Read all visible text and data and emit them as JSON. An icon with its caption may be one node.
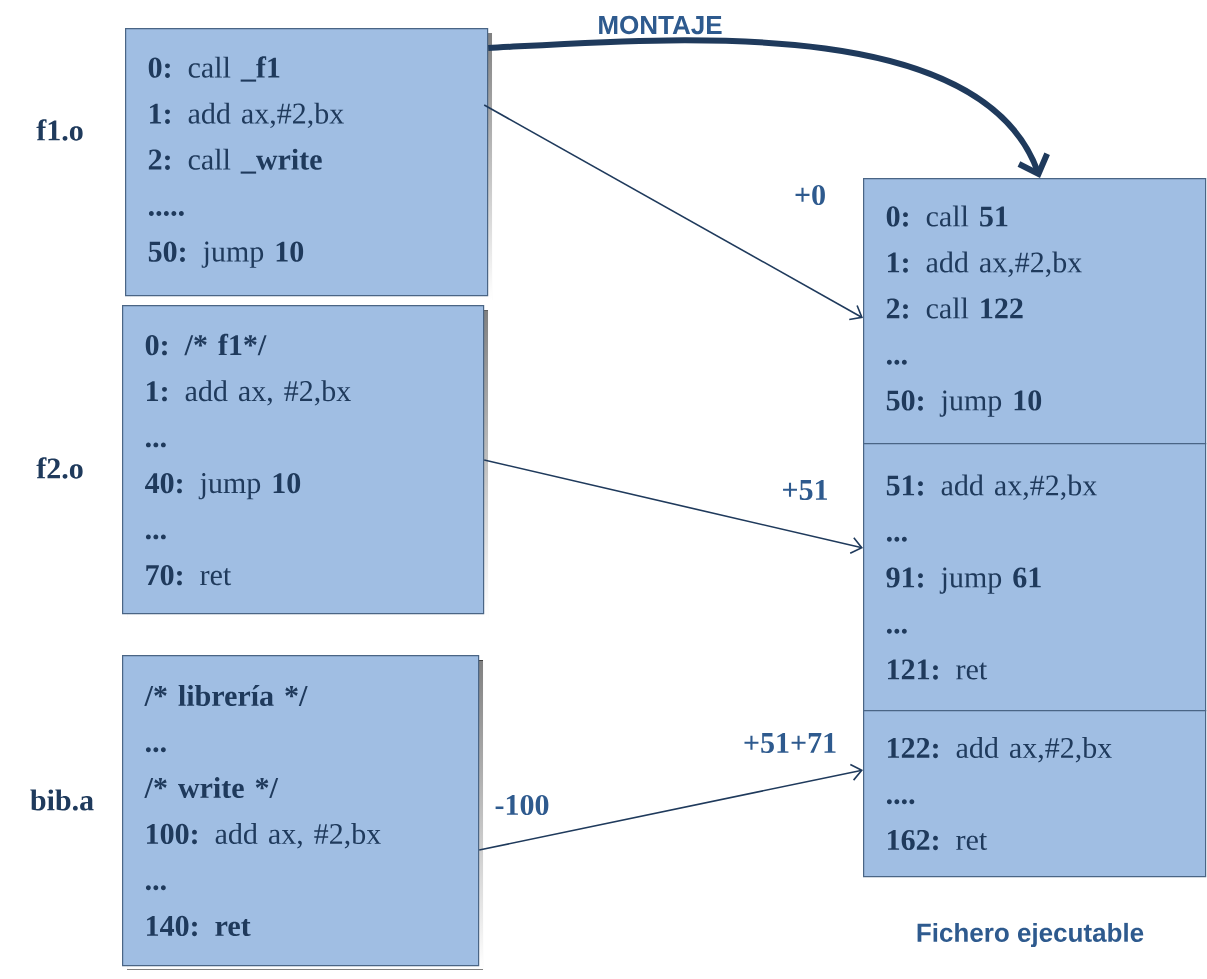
{
  "diagram": {
    "nodes": [
      {
        "text": [
          "**0:** call **_f1**",
          "**1:** add ax,#2,bx",
          "**2:** call **_write**",
          ".....",
          "**50:** jump **10**"
        ],
        "beside": [
          "f1.o"
        ]
      },
      {
        "text": [
          "0: /* f1*/",
          "**1:** add ax, #2,bx",
          "...",
          "**40:** jump **10**",
          "...",
          "**70:** ret"
        ],
        "beside": [
          "f2.o"
        ]
      },
      {
        "text": [
          "/* librería */",
          "...",
          "/* write */",
          "**100:** add ax, #2,bx",
          "...",
          "140: ret"
        ],
        "beside": [
          "bib.a"
        ]
      },
      {
        "text": [
          "**0:** call **51**",
          "**1:** add ax,#2,bx",
          "**2:** call **122**",
          "...",
          "**50:** jump **10**"
        ]
      },
      {
        "text": [
          "**51:** add ax,#2,bx",
          "...",
          "**91:** jump **61**",
          "...",
          "**121:** ret"
        ]
      },
      {
        "text": [
          "**122:** add ax,#2,bx",
          "....",
          "**162:** ret"
        ]
      }
    ],
    "edges": [
      {
        "from": 0,
        "to": 3,
        "arrow": "to",
        "label": "MONTAJE",
        "style": "thick"
      },
      {
        "from": 0,
        "to": 3,
        "arrow": "to"
      },
      {
        "from": 1,
        "to": 4,
        "arrow": "to"
      },
      {
        "from": 2,
        "to": 5,
        "arrow": "to"
      }
    ],
    "labels": [
      "+0",
      "+51",
      "-100",
      "+51+71",
      "Fichero ejecutable"
    ]
  }
}
